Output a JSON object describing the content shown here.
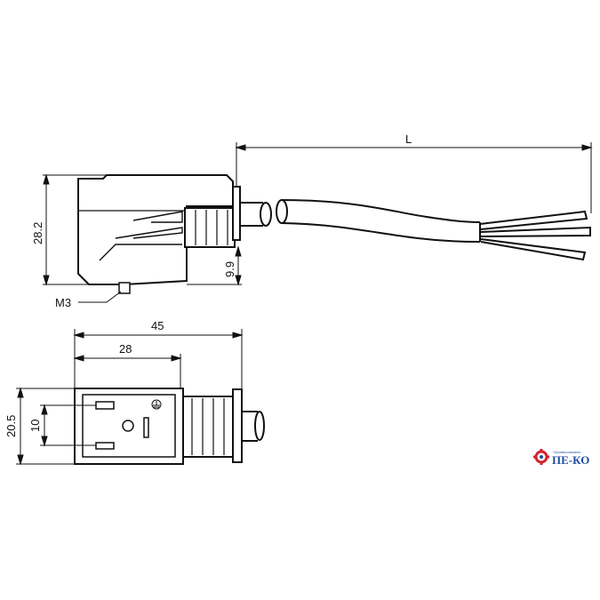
{
  "dimensions": {
    "length_label": "L",
    "height_label": "28.2",
    "offset_label": "9.9",
    "thread_label": "M3",
    "width_total_label": "45",
    "width_inner_label": "28",
    "height_front_label": "20.5",
    "pin_spacing_label": "10"
  },
  "logo": {
    "text": "ПЕ-КО",
    "tagline": "Торговая компания",
    "colors": {
      "gear": "#d4232b",
      "text": "#1f4e9c"
    }
  }
}
